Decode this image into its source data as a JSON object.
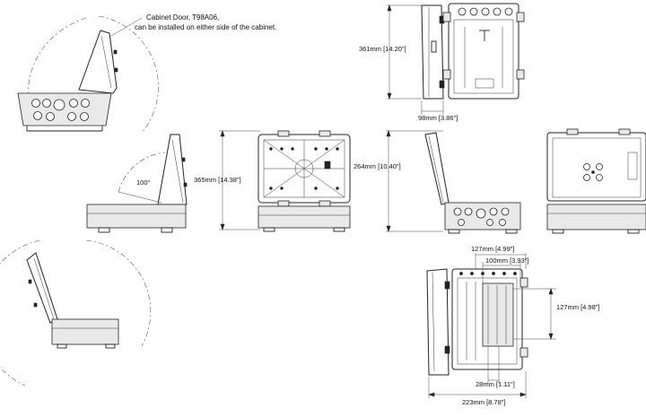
{
  "callout": {
    "line1": "Cabinet Door, T98A06,",
    "line2": "can be installed on either side of the cabinet."
  },
  "angle": {
    "label": "100°"
  },
  "dimensions": {
    "height_front": "361mm [14.20\"]",
    "depth_side": "98mm [3.86\"]",
    "height_top": "365mm [14.38\"]",
    "height_open": "264mm [10.40\"]",
    "panel_outer": "127mm [4.99\"]",
    "panel_inner": "100mm [3.93\"]",
    "panel_height": "127mm [4.98\"]",
    "bottom_offset": "28mm [1.11\"]",
    "width_overall": "223mm [8.78\"]"
  }
}
